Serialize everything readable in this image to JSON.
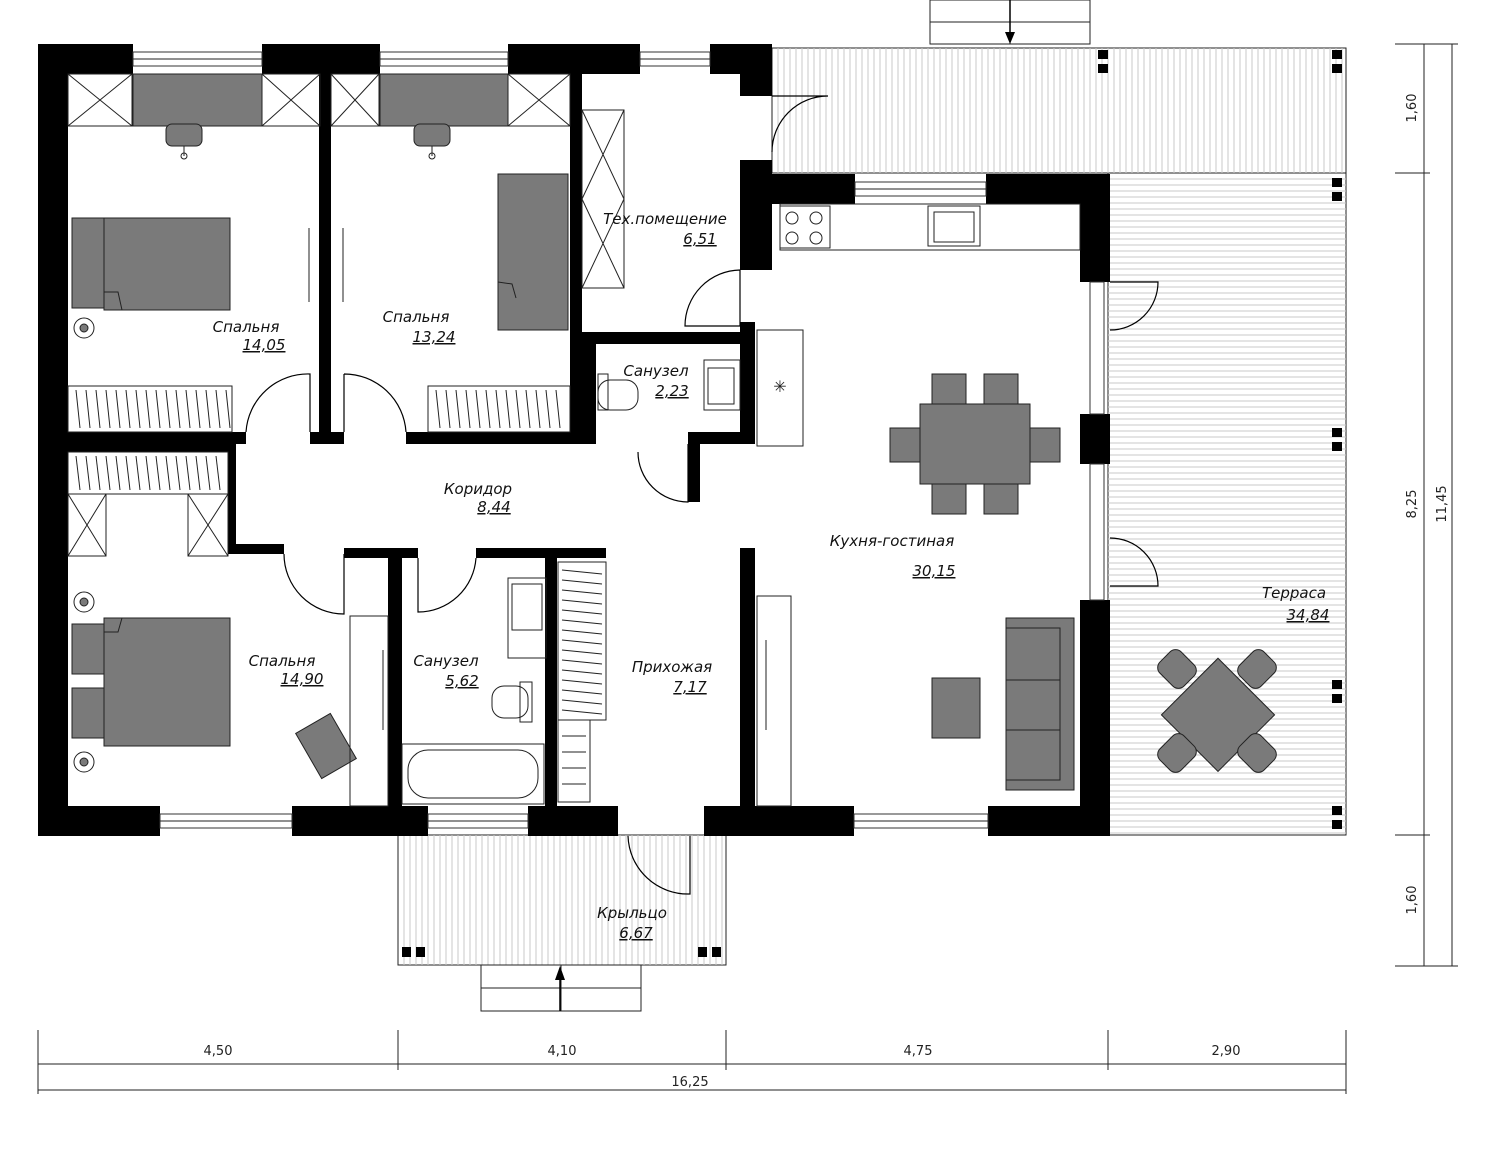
{
  "rooms": {
    "bedroom_1": {
      "name": "Спальня",
      "area": "14,05"
    },
    "bedroom_2": {
      "name": "Спальня",
      "area": "13,24"
    },
    "utility": {
      "name": "Тех.помещение",
      "area": "6,51"
    },
    "wc_small": {
      "name": "Санузел",
      "area": "2,23"
    },
    "corridor": {
      "name": "Коридор",
      "area": "8,44"
    },
    "kitchen_living": {
      "name": "Кухня-гостиная",
      "area": "30,15"
    },
    "bedroom_3": {
      "name": "Спальня",
      "area": "14,90"
    },
    "bathroom": {
      "name": "Санузел",
      "area": "5,62"
    },
    "hall": {
      "name": "Прихожая",
      "area": "7,17"
    },
    "terrace": {
      "name": "Терраса",
      "area": "34,84"
    },
    "porch": {
      "name": "Крыльцо",
      "area": "6,67"
    }
  },
  "dimensions": {
    "bottom": [
      "4,50",
      "4,10",
      "4,75",
      "2,90"
    ],
    "bottom_total": "16,25",
    "right": [
      "1,60",
      "8,25",
      "1,60"
    ],
    "right_total": "11,45"
  },
  "colors": {
    "wall": "#000000",
    "furniture": "#7a7a7a",
    "deck_lines": "#c8c8c8"
  },
  "icons": [
    "bed-icon",
    "chair-icon",
    "table-icon",
    "sofa-icon",
    "bathtub-icon",
    "toilet-icon",
    "sink-icon",
    "stove-icon",
    "entry-arrow-icon"
  ]
}
